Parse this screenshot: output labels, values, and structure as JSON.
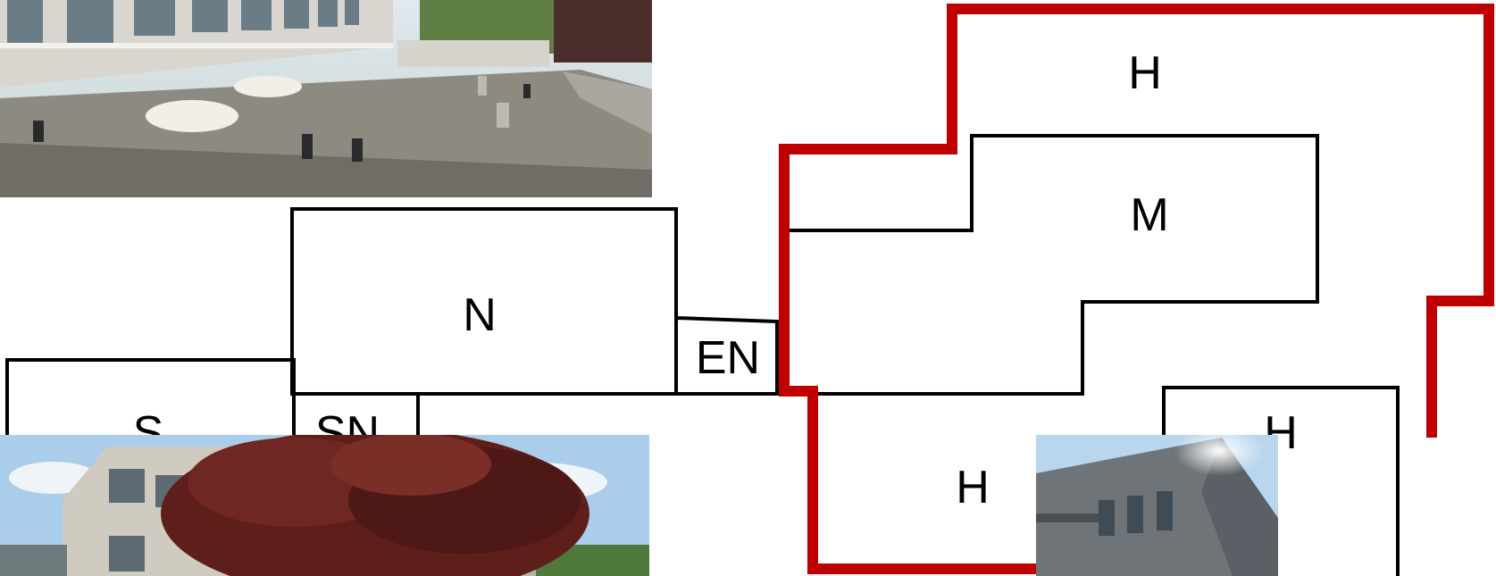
{
  "labels": {
    "n": "N",
    "en": "EN",
    "s": "S",
    "sn": "SN",
    "h_top": "H",
    "m": "M",
    "h_bottom": "H",
    "h_partial": "H"
  },
  "colors": {
    "outline": "#000000",
    "highlight": "#c00000",
    "sky": "#a9cdea",
    "roof": "#8d8a81",
    "tree": "#5e1f1b",
    "facade": "#cfcbc0",
    "glass_facade": "#6f7479"
  },
  "photos": [
    {
      "name": "photo-flat-roof",
      "subject": "flat roof with skylight domes"
    },
    {
      "name": "photo-building-tree",
      "subject": "building facade behind red-leaf tree"
    },
    {
      "name": "photo-building-sun",
      "subject": "building corner with sun glare"
    }
  ]
}
